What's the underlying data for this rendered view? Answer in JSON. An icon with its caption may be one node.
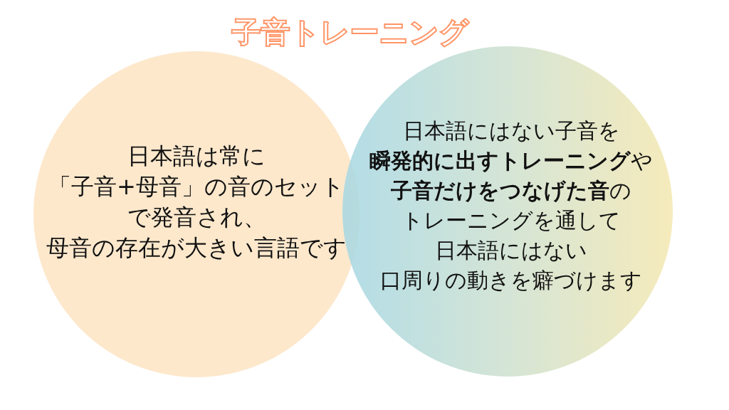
{
  "diagram": {
    "title": "子音トレーニング",
    "nodes": [
      {
        "text": [
          "日本語は常に「子音+母音」の音のセットで発音され、母音の存在が大きい言語です"
        ]
      },
      {
        "text": [
          "日本語にはない子音を**瞬発的に出すトレーニング**や**子音だけをつなげた音**のトレーニングを通して日本語にはない口周りの動きを癖づけます"
        ]
      }
    ]
  }
}
